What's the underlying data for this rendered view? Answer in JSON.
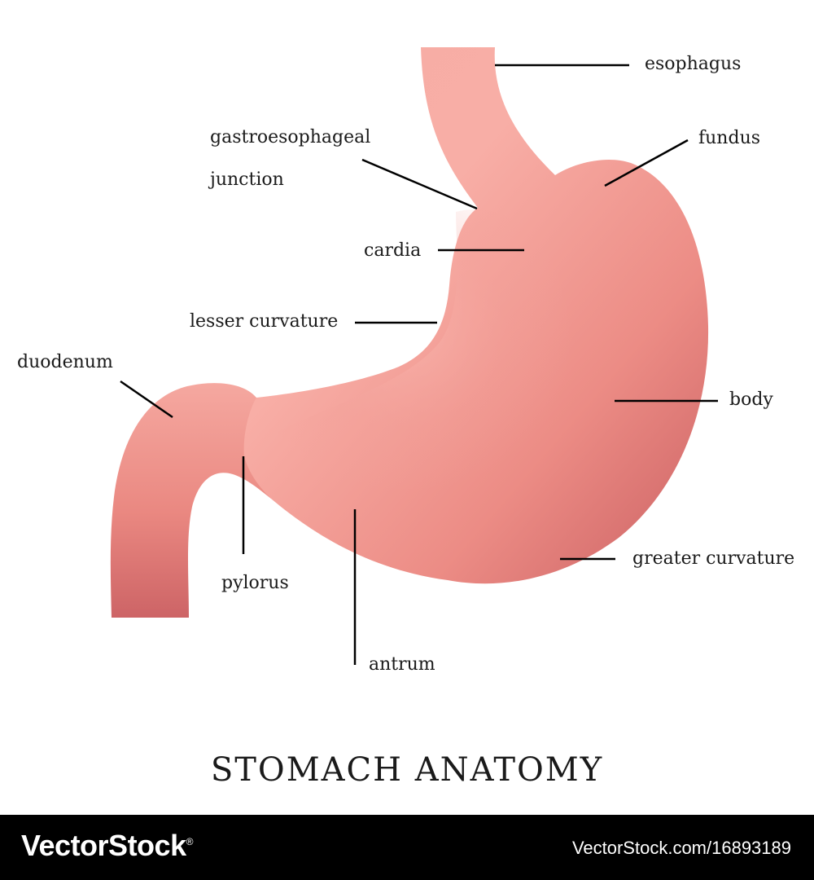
{
  "diagram": {
    "title": "STOMACH ANATOMY",
    "labels": {
      "esophagus": "esophagus",
      "fundus": "fundus",
      "gastroesophageal_line1": "gastroesophageal",
      "gastroesophageal_line2": "junction",
      "cardia": "cardia",
      "lesser_curvature": "lesser curvature",
      "duodenum": "duodenum",
      "body": "body",
      "greater_curvature": "greater curvature",
      "pylorus": "pylorus",
      "antrum": "antrum"
    },
    "colors": {
      "organ_light": "#f8aea6",
      "organ_mid": "#ee9189",
      "organ_dark": "#cf6466",
      "leader_line": "#000000"
    }
  },
  "footer": {
    "brand": "VectorStock",
    "brand_mark": "®",
    "stock_id": "VectorStock.com/16893189"
  }
}
